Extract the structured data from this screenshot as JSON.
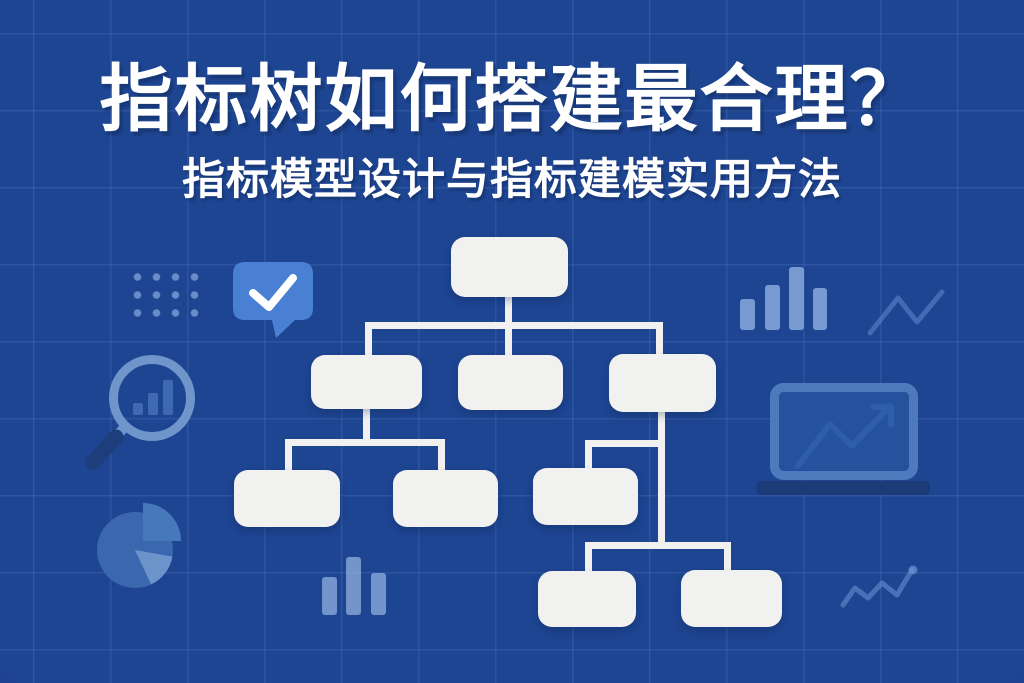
{
  "banner": {
    "title": "指标树如何搭建最合理？",
    "subtitle": "指标模型设计与指标建模实用方法"
  },
  "colors": {
    "background": "#1e4592",
    "grid_line": "#6f95cb",
    "text": "#ffffff",
    "node_fill": "#f1f1ef",
    "bubble_accent": "#4a80d3",
    "icon_light_blue": "#8fb0dd",
    "icon_medium_blue": "#3d6ab0",
    "laptop_frame": "#4d7abd",
    "dark_navy": "#1b3c79"
  },
  "diagram": {
    "name": "metric-tree-flowchart",
    "node_count": 9,
    "structure": "root > 3 children; left child > 2 leaves; right child > 1 node + 2 leaves",
    "nodes_have_text": false
  },
  "icons": [
    {
      "name": "dots-grid-icon"
    },
    {
      "name": "check-bubble-icon"
    },
    {
      "name": "magnifier-bar-chart-icon"
    },
    {
      "name": "pie-chart-icon"
    },
    {
      "name": "bar-chart-top-right-icon"
    },
    {
      "name": "zigzag-line-top-right-icon"
    },
    {
      "name": "laptop-trend-chart-icon"
    },
    {
      "name": "bar-chart-bottom-left-icon"
    },
    {
      "name": "zigzag-line-bottom-right-icon"
    }
  ]
}
